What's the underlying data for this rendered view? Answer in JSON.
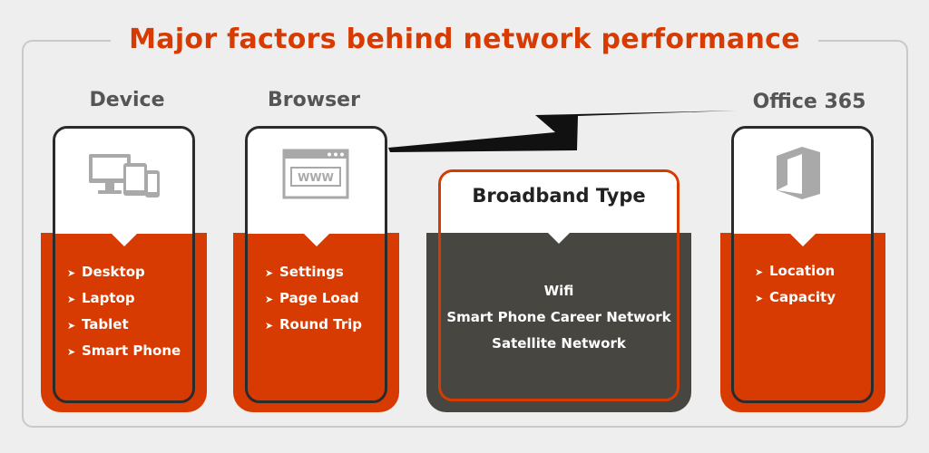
{
  "title": "Major factors behind network performance",
  "columns": [
    {
      "label": "Device",
      "icon": "devices-icon",
      "items": [
        "Desktop",
        "Laptop",
        "Tablet",
        "Smart Phone"
      ]
    },
    {
      "label": "Browser",
      "icon": "browser-www-icon",
      "icon_text": "WWW",
      "items": [
        "Settings",
        "Page Load",
        "Round Trip"
      ]
    },
    {
      "label": "Broadband Type",
      "items": [
        "Wifi",
        "Smart Phone Career Network",
        "Satellite Network"
      ]
    },
    {
      "label": "Office 365",
      "icon": "office-logo-icon",
      "items": [
        "Location",
        "Capacity"
      ]
    }
  ],
  "colors": {
    "accent": "#d83b01",
    "dark": "#484641",
    "label": "#555555",
    "background": "#eeeeee"
  }
}
